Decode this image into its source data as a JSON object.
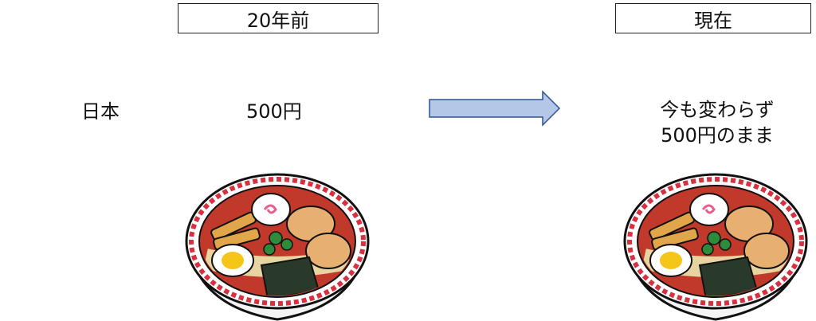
{
  "headers": {
    "past": "20年前",
    "present": "現在"
  },
  "labels": {
    "country": "日本",
    "past_price": "500円",
    "present_line1": "今も変わらず",
    "present_line2": "500円のまま"
  },
  "icons": {
    "arrow": "right-arrow-icon",
    "bowl": "ramen-bowl-icon"
  },
  "colors": {
    "arrow_fill": "#b4c7e7",
    "arrow_stroke": "#2f528f",
    "bowl_rim": "#d8303f",
    "soup": "#c0392b"
  }
}
